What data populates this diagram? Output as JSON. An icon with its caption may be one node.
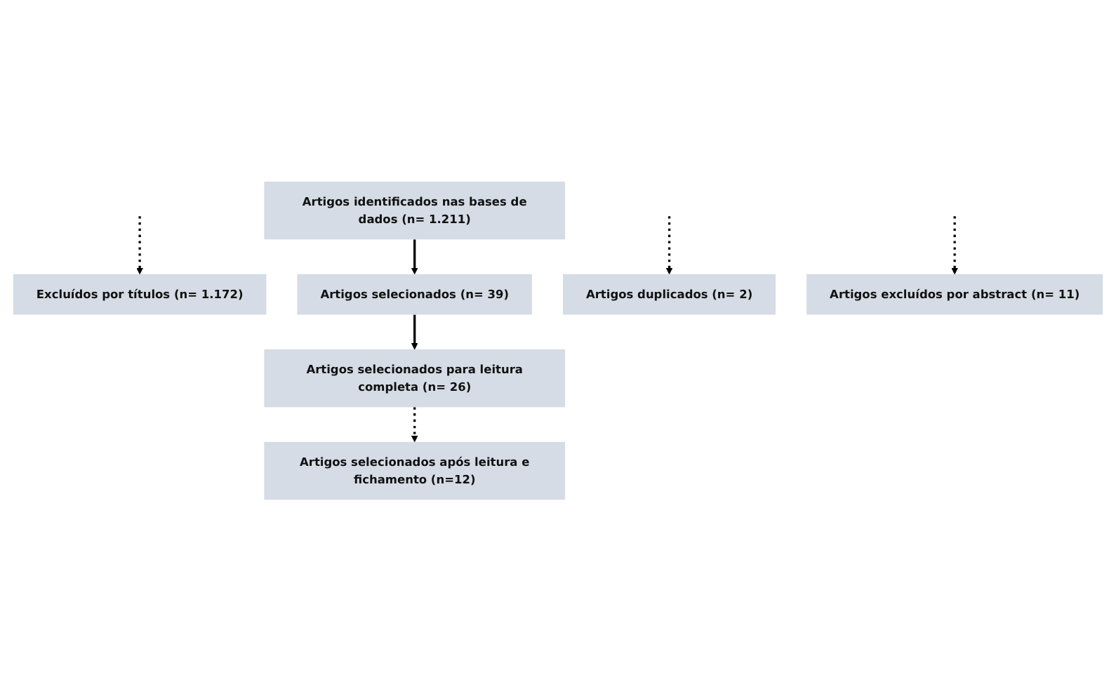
{
  "diagram": {
    "nodes": [
      {
        "text": [
          "Artigos identificados nas bases de dados (n= 1.211)"
        ]
      },
      {
        "text": [
          "Excluídos por títulos (n= 1.172)"
        ]
      },
      {
        "text": [
          "Artigos selecionados (n= 39)"
        ]
      },
      {
        "text": [
          "Artigos duplicados (n= 2)"
        ]
      },
      {
        "text": [
          "Artigos excluídos por abstract (n= 11)"
        ]
      },
      {
        "text": [
          "Artigos selecionados para leitura completa (n= 26)"
        ]
      },
      {
        "text": [
          "Artigos selecionados após leitura e fichamento (n=12)"
        ]
      }
    ],
    "edges": [
      {
        "from": 0,
        "to": 2,
        "arrow": "to"
      },
      {
        "from": null,
        "to": 1,
        "arrow": "to",
        "style": "dashed"
      },
      {
        "from": 2,
        "to": 5,
        "arrow": "to"
      },
      {
        "from": null,
        "to": 3,
        "arrow": "to",
        "style": "dashed"
      },
      {
        "from": null,
        "to": 4,
        "arrow": "to",
        "style": "dashed"
      },
      {
        "from": 5,
        "to": 6,
        "arrow": "to",
        "style": "dashed"
      }
    ]
  }
}
